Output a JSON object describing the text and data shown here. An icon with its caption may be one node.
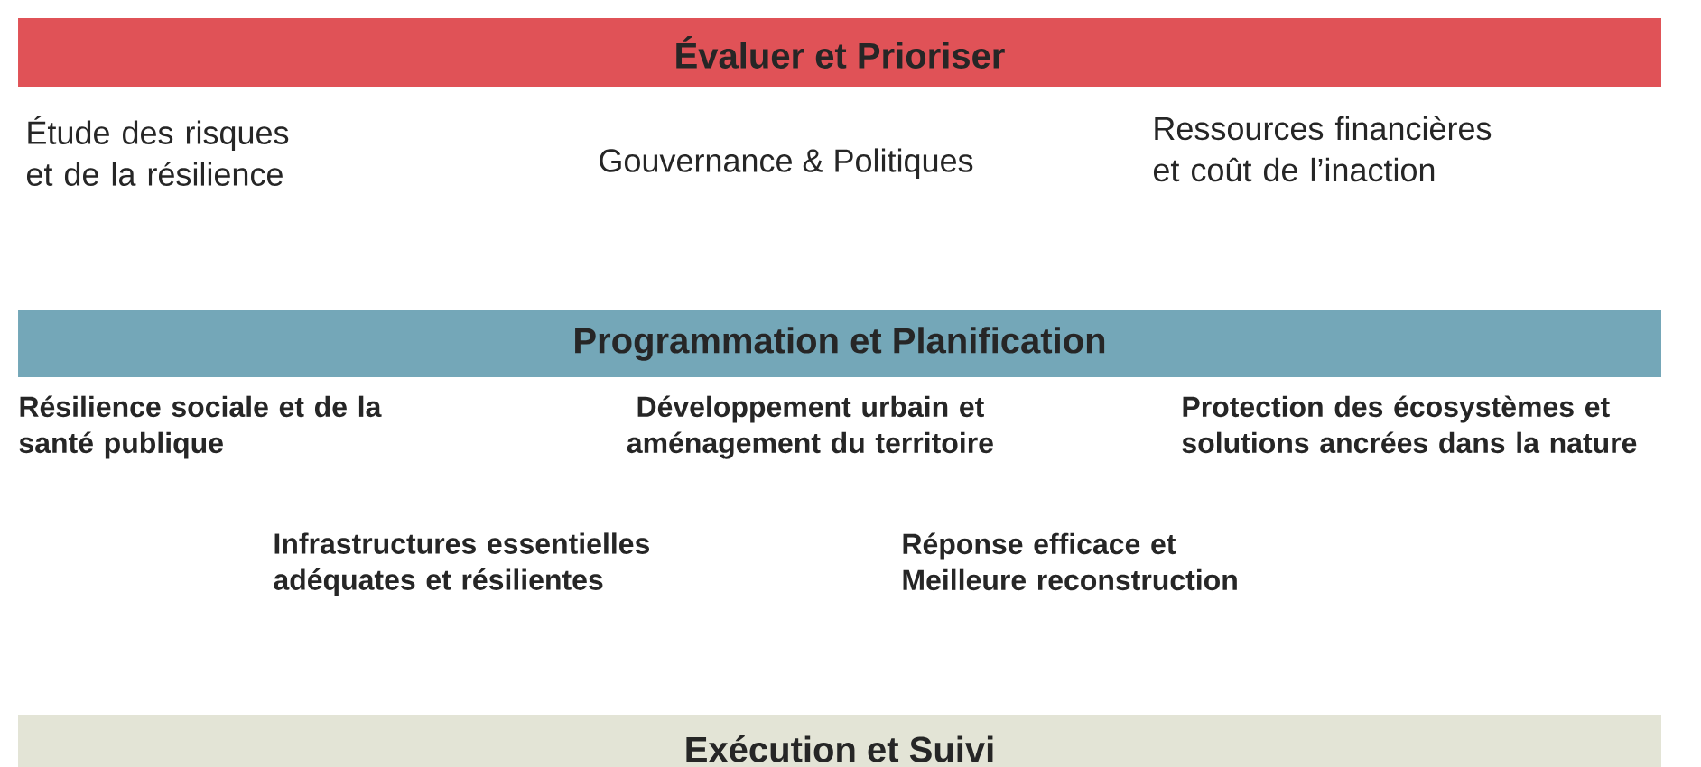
{
  "diagram": {
    "nodes": [
      {
        "text": [
          "Évaluer et Prioriser"
        ]
      },
      {
        "text": [
          "Programmation et Planification"
        ]
      },
      {
        "text": [
          "Exécution et Suivi"
        ]
      }
    ],
    "labels": [
      "Étude des risques et de la résilience",
      "Gouvernance & Politiques",
      "Ressources financières et coût de l’inaction",
      "Résilience sociale et de la santé publique",
      "Développement urbain et aménagement du territoire",
      "Protection des écosystèmes et solutions ancrées dans la nature",
      "Infrastructures essentielles adéquates et résilientes",
      "Réponse efficace et Meilleure reconstruction"
    ]
  }
}
